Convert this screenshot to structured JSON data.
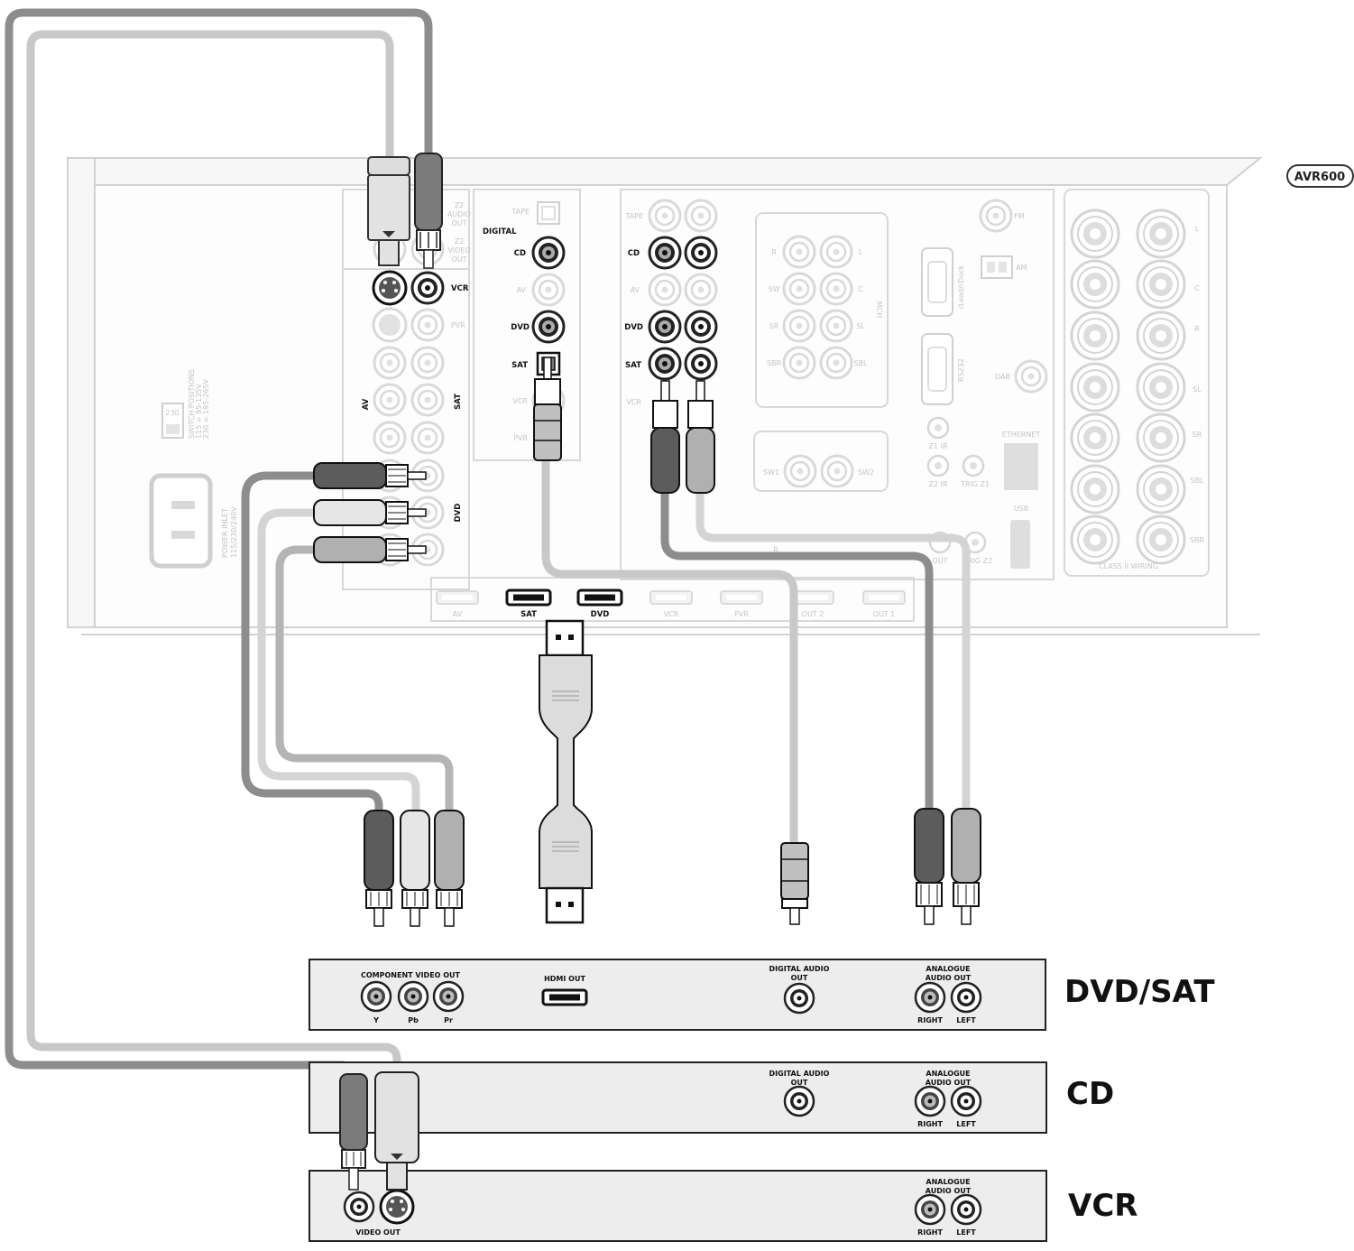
{
  "model_badge": "AVR600",
  "receiver": {
    "z2_audio_out": [
      "Z2",
      "AUDIO",
      "OUT"
    ],
    "z2_video_out": [
      "Z2",
      "VIDEO",
      "OUT"
    ],
    "digital_group": "DIGITAL",
    "digital_labels": [
      "TAPE",
      "CD",
      "AV",
      "DVD",
      "SAT",
      "VCR",
      "PVR"
    ],
    "video_labels": [
      "VCR",
      "PVR"
    ],
    "component_labels": [
      "AV",
      "SAT",
      "DVD"
    ],
    "analogue_labels": [
      "TAPE",
      "CD",
      "AV",
      "DVD",
      "SAT",
      "VCR"
    ],
    "mch_title": "MCH",
    "mch_left": [
      "R",
      "SW",
      "SR",
      "SBR"
    ],
    "mch_right": [
      "L",
      "C",
      "SL",
      "SBL"
    ],
    "sw_labels": [
      "SW1",
      "SW2"
    ],
    "hdmi_labels": [
      "AV",
      "SAT",
      "DVD",
      "VCR",
      "PVR",
      "OUT 2",
      "OUT 1"
    ],
    "antenna": [
      "FM",
      "AM",
      "DAB"
    ],
    "serial": [
      "rLead/rDock",
      "RS232"
    ],
    "triggers": [
      "Z1 IR",
      "Z2 IR",
      "TRIG Z1",
      "OUT",
      "TRIG Z2"
    ],
    "ethernet": "ETHERNET",
    "usb": "USB",
    "speaker_labels": [
      "L",
      "C",
      "R",
      "SL",
      "SR",
      "SBL",
      "SBR"
    ],
    "speaker_footer": "CLASS II WIRING",
    "power_inlet": [
      "POWER INLET",
      "115/230/240V"
    ],
    "voltage_selector": "230",
    "switch_text": [
      "SWITCH POSITIONS",
      "115 = 95-135V",
      "230 = 195-265V"
    ],
    "stray_r": "R"
  },
  "devices": {
    "dvd_sat": {
      "name": "DVD/SAT",
      "component_title": "COMPONENT VIDEO OUT",
      "component_labels": [
        "Y",
        "Pb",
        "Pr"
      ],
      "hdmi_title": "HDMI OUT",
      "digital_title": [
        "DIGITAL AUDIO",
        "OUT"
      ],
      "analogue_title": [
        "ANALOGUE",
        "AUDIO OUT"
      ],
      "analogue_labels": [
        "RIGHT",
        "LEFT"
      ]
    },
    "cd": {
      "name": "CD",
      "digital_title": [
        "DIGITAL AUDIO",
        "OUT"
      ],
      "analogue_title": [
        "ANALOGUE",
        "AUDIO OUT"
      ],
      "analogue_labels": [
        "RIGHT",
        "LEFT"
      ]
    },
    "vcr": {
      "name": "VCR",
      "video_title": "VIDEO OUT",
      "analogue_title": [
        "ANALOGUE",
        "AUDIO OUT"
      ],
      "analogue_labels": [
        "RIGHT",
        "LEFT"
      ]
    }
  }
}
